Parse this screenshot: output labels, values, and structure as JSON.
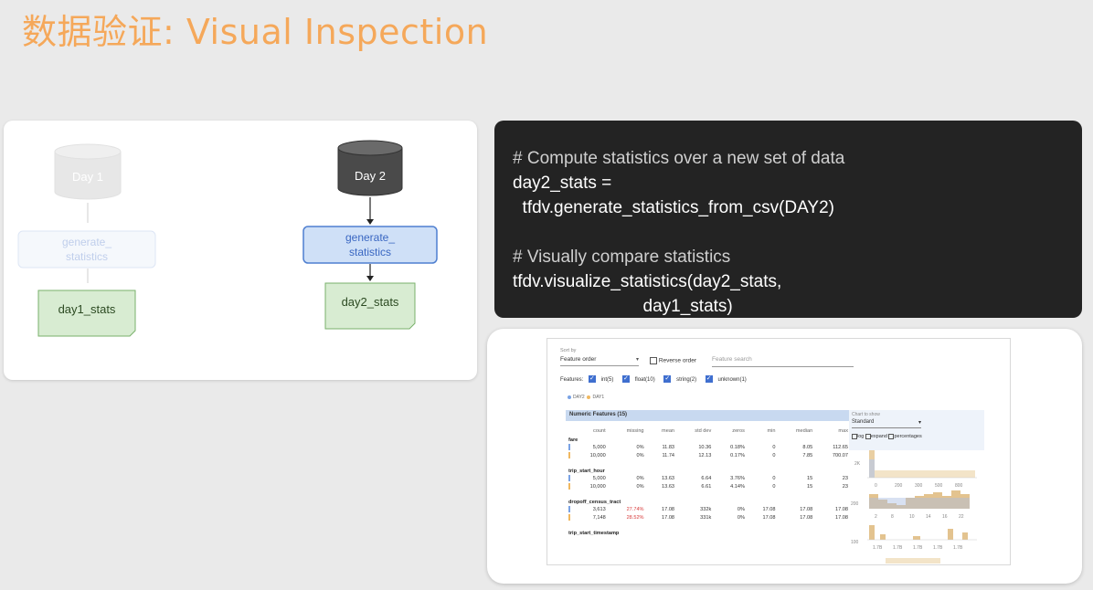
{
  "slide_title": "数据验证: Visual Inspection",
  "diagram": {
    "day1": {
      "db_label": "Day 1",
      "process": [
        "generate_",
        "statistics"
      ],
      "output": "day1_stats"
    },
    "day2": {
      "db_label": "Day 2",
      "process": [
        "generate_",
        "statistics"
      ],
      "output": "day2_stats"
    }
  },
  "code": {
    "line1": "# Compute statistics over a new set of data",
    "line2": "day2_stats =",
    "line3": "  tfdv.generate_statistics_from_csv(DAY2)",
    "line4": "# Visually compare statistics",
    "line5": "tfdv.visualize_statistics(day2_stats,",
    "line6": "                           day1_stats)"
  },
  "colors": {
    "title": "#f5a85a",
    "day2_series": "#7aa3e5",
    "day1_series": "#f0b860",
    "process_fill": "#cfe0f7",
    "output_fill": "#d8ecd2"
  },
  "facets": {
    "sort_by_label": "Sort by",
    "sort_by_value": "Feature order",
    "reverse_order": "Reverse order",
    "search_placeholder": "Feature search",
    "features_label": "Features:",
    "filters": [
      "int(5)",
      "float(10)",
      "string(2)",
      "unknown(1)"
    ],
    "legend": [
      "DAY2",
      "DAY1"
    ],
    "section_title": "Numeric Features (15)",
    "chart_to_show_label": "Chart to show",
    "chart_to_show_value": "Standard",
    "chart_options": [
      "log",
      "expand",
      "percentages"
    ],
    "columns": [
      "count",
      "missing",
      "mean",
      "std dev",
      "zeros",
      "min",
      "median",
      "max"
    ],
    "rows": [
      {
        "name": "fare",
        "values": [
          [
            "5,000",
            "0%",
            "11.83",
            "10.36",
            "0.18%",
            "0",
            "8.05",
            "112.65"
          ],
          [
            "10,000",
            "0%",
            "11.74",
            "12.13",
            "0.17%",
            "0",
            "7.85",
            "700.07"
          ]
        ]
      },
      {
        "name": "trip_start_hour",
        "values": [
          [
            "5,000",
            "0%",
            "13.63",
            "6.64",
            "3.76%",
            "0",
            "15",
            "23"
          ],
          [
            "10,000",
            "0%",
            "13.63",
            "6.61",
            "4.14%",
            "0",
            "15",
            "23"
          ]
        ]
      },
      {
        "name": "dropoff_census_tract",
        "values": [
          [
            "3,613",
            "27.74%",
            "17.08",
            "332k",
            "0%",
            "17.08",
            "17.08",
            "17.08"
          ],
          [
            "7,148",
            "28.52%",
            "17.08",
            "331k",
            "0%",
            "17.08",
            "17.08",
            "17.08"
          ]
        ]
      },
      {
        "name": "trip_start_timestamp",
        "values": []
      }
    ],
    "chart_ticks_fare": [
      "0",
      "200",
      "300",
      "500",
      "800"
    ],
    "chart_ticks_hour": [
      "2",
      "8",
      "10",
      "14",
      "16",
      "22"
    ],
    "chart_ticks_tract": [
      "1.7B",
      "1.7B",
      "1.7B",
      "1.7B",
      "1.7B"
    ],
    "chart_ylabels": [
      "2K",
      "200",
      "100"
    ]
  }
}
